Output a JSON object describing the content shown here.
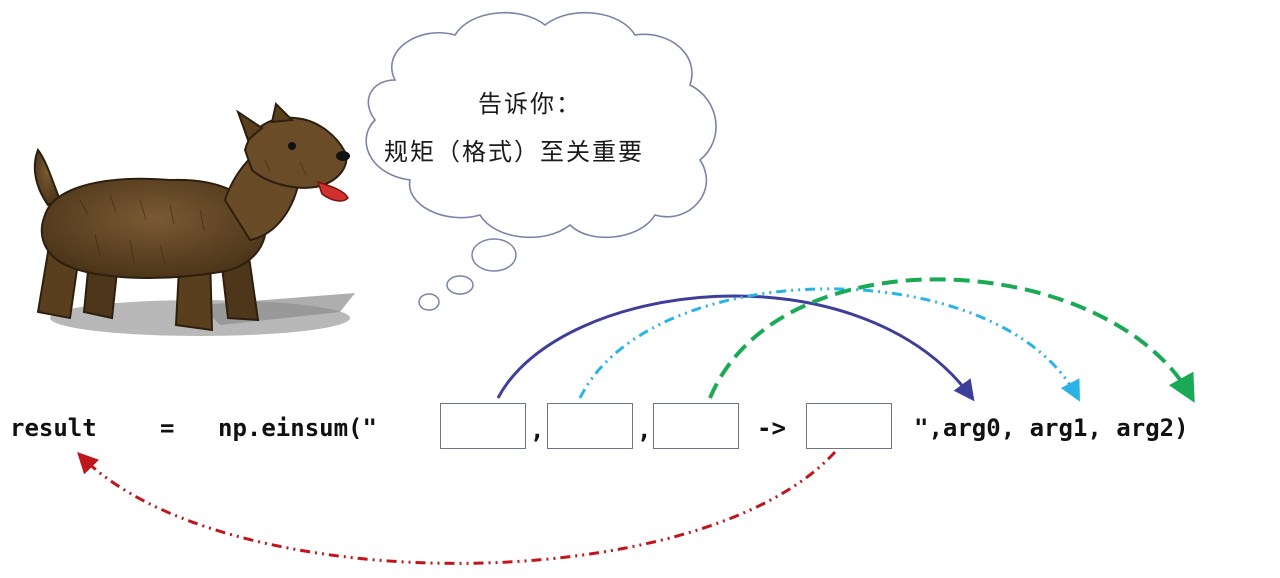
{
  "thought_bubble": {
    "line1": "告诉你：",
    "line2": "规矩（格式）至关重要"
  },
  "code": {
    "result": "result",
    "equals": "=",
    "call_open": "np.einsum(\"",
    "comma1": ",",
    "comma2": ",",
    "arrow_text": "->",
    "call_close": "\",arg0, arg1, arg2)"
  },
  "arrows": [
    {
      "from": "slot-input-1",
      "to": "arg0",
      "color": "#3d3f9a",
      "style": "solid"
    },
    {
      "from": "slot-input-2",
      "to": "arg1",
      "color": "#29b3e6",
      "style": "dash-dot-dot"
    },
    {
      "from": "slot-input-3",
      "to": "arg2",
      "color": "#1aaa55",
      "style": "dashed"
    },
    {
      "from": "slot-output",
      "to": "result",
      "color": "#c0161b",
      "style": "dash-dot-dot"
    }
  ],
  "illustration": {
    "subject": "dog",
    "icon": "terrier-dog-illustration"
  }
}
